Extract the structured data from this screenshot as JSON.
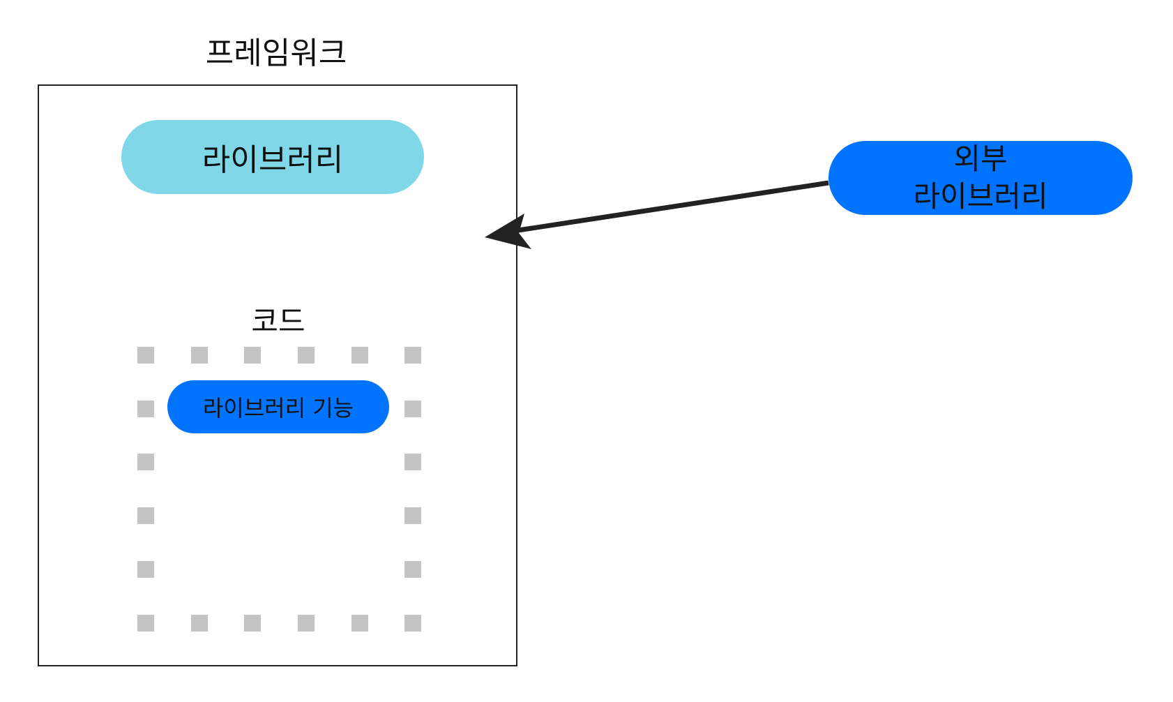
{
  "framework": {
    "title": "프레임워크",
    "library_label": "라이브러리",
    "code": {
      "title": "코드",
      "feature_label": "라이브러리 기능"
    }
  },
  "external_library": {
    "line1": "외부",
    "line2": "라이브러리"
  },
  "colors": {
    "library_fill": "#7fd7e8",
    "external_fill": "#0073ff",
    "feature_fill": "#0073ff",
    "dotted_border": "#c4c4c4",
    "frame_stroke": "#222222",
    "arrow": "#222222"
  }
}
